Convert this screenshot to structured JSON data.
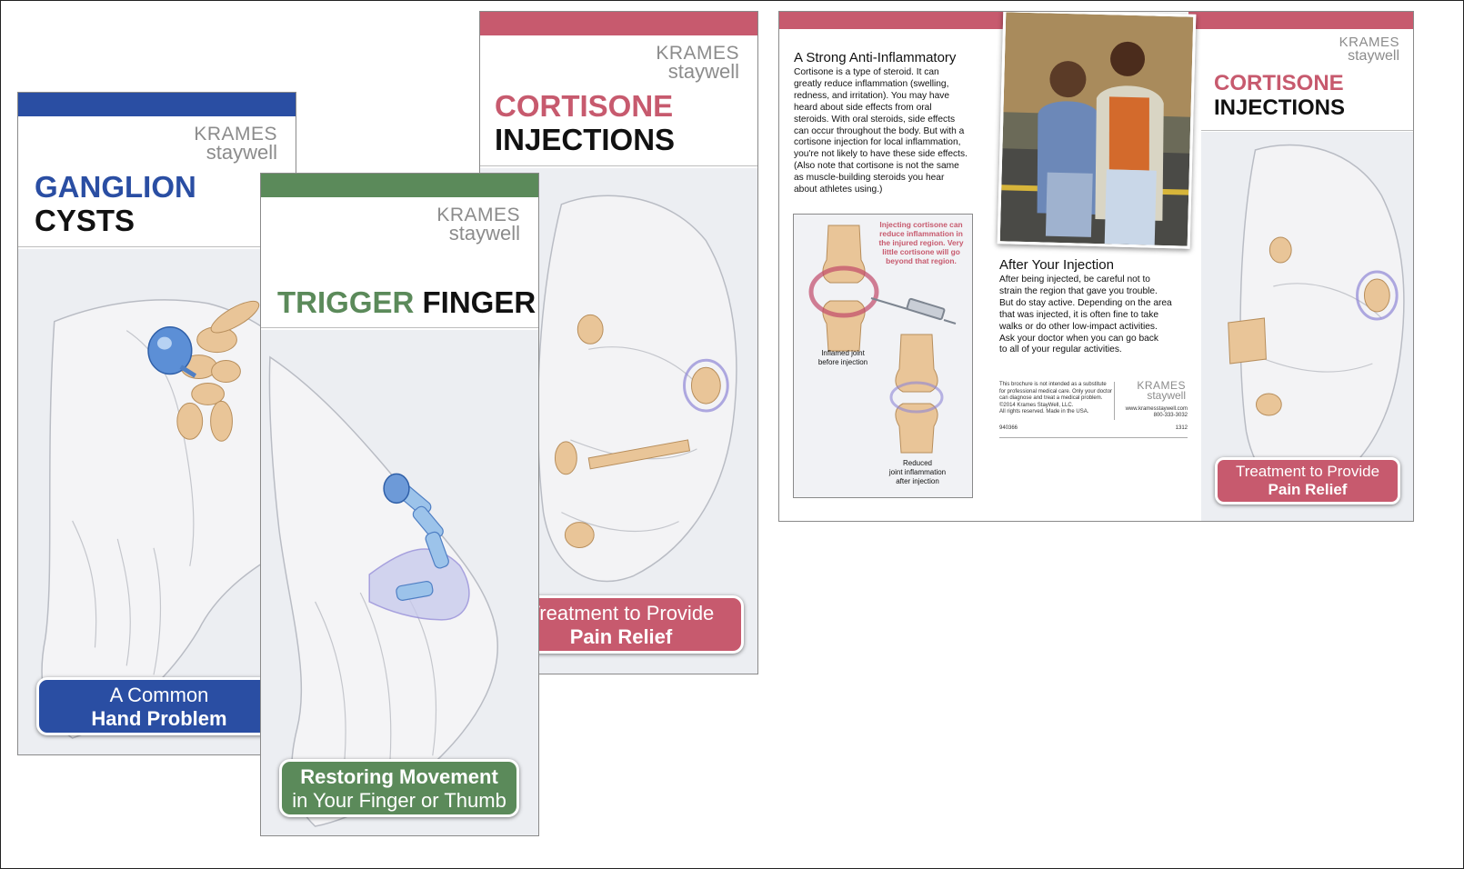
{
  "brand": {
    "line1": "KRAMES",
    "line2": "staywell"
  },
  "colors": {
    "blue": "#2a4ea3",
    "green": "#5b8a5a",
    "rose": "#c75a6e",
    "gray_logo": "#8c8c8c"
  },
  "ganglion": {
    "title_line1": "GANGLION",
    "title_line2": "CYSTS",
    "pill_line1": "A Common",
    "pill_line2": "Hand Problem"
  },
  "trigger": {
    "title_word1": "TRIGGER",
    "title_word2": "FINGER",
    "pill_line1": "Restoring Movement",
    "pill_line2": "in Your Finger or Thumb"
  },
  "cortisone_cover": {
    "title_line1": "CORTISONE",
    "title_line2": "INJECTIONS",
    "pill_line1": "Treatment to Provide",
    "pill_line2": "Pain Relief"
  },
  "spread": {
    "section1_heading": "A Strong Anti-Inflammatory",
    "section1_lines": [
      "Cortisone is a type of steroid. It can",
      "greatly reduce inflammation (swelling,",
      "redness, and irritation). You may have",
      "heard about side effects from oral",
      "steroids. With oral steroids, side effects",
      "can occur throughout the body. But with a",
      "cortisone injection for local inflammation,",
      "you're not likely to have these side effects.",
      "(Also note that cortisone is not the same",
      "as muscle-building steroids you hear",
      "about athletes using.)"
    ],
    "callout_lines": [
      "Injecting cortisone can",
      "reduce inflammation in",
      "the injured region. Very",
      "little cortisone will go",
      "beyond that region."
    ],
    "caption1_lines": [
      "Inflamed joint",
      "before injection"
    ],
    "caption2_lines": [
      "Reduced",
      "joint inflammation",
      "after injection"
    ],
    "section2_heading": "After Your Injection",
    "section2_lines": [
      "After being injected, be careful not to",
      "strain the region that gave you trouble.",
      "But do stay active. Depending on the area",
      "that was injected, it is often fine to take",
      "walks or do other low-impact activities.",
      "Ask your doctor when you can go back",
      "to all of your regular activities."
    ],
    "disclaimer_lines": [
      "This brochure is not intended as a substitute",
      "for professional medical care. Only your doctor",
      "can diagnose and treat a medical problem.",
      "©2014  Krames StayWell, LLC.",
      "All rights reserved. Made in the USA."
    ],
    "website": "www.kramesstaywell.com",
    "phone": "800-333-3032",
    "code_left": "940366",
    "code_right": "1312",
    "cover_title_line1": "CORTISONE",
    "cover_title_line2": "INJECTIONS",
    "cover_pill_line1": "Treatment to Provide",
    "cover_pill_line2": "Pain Relief"
  }
}
